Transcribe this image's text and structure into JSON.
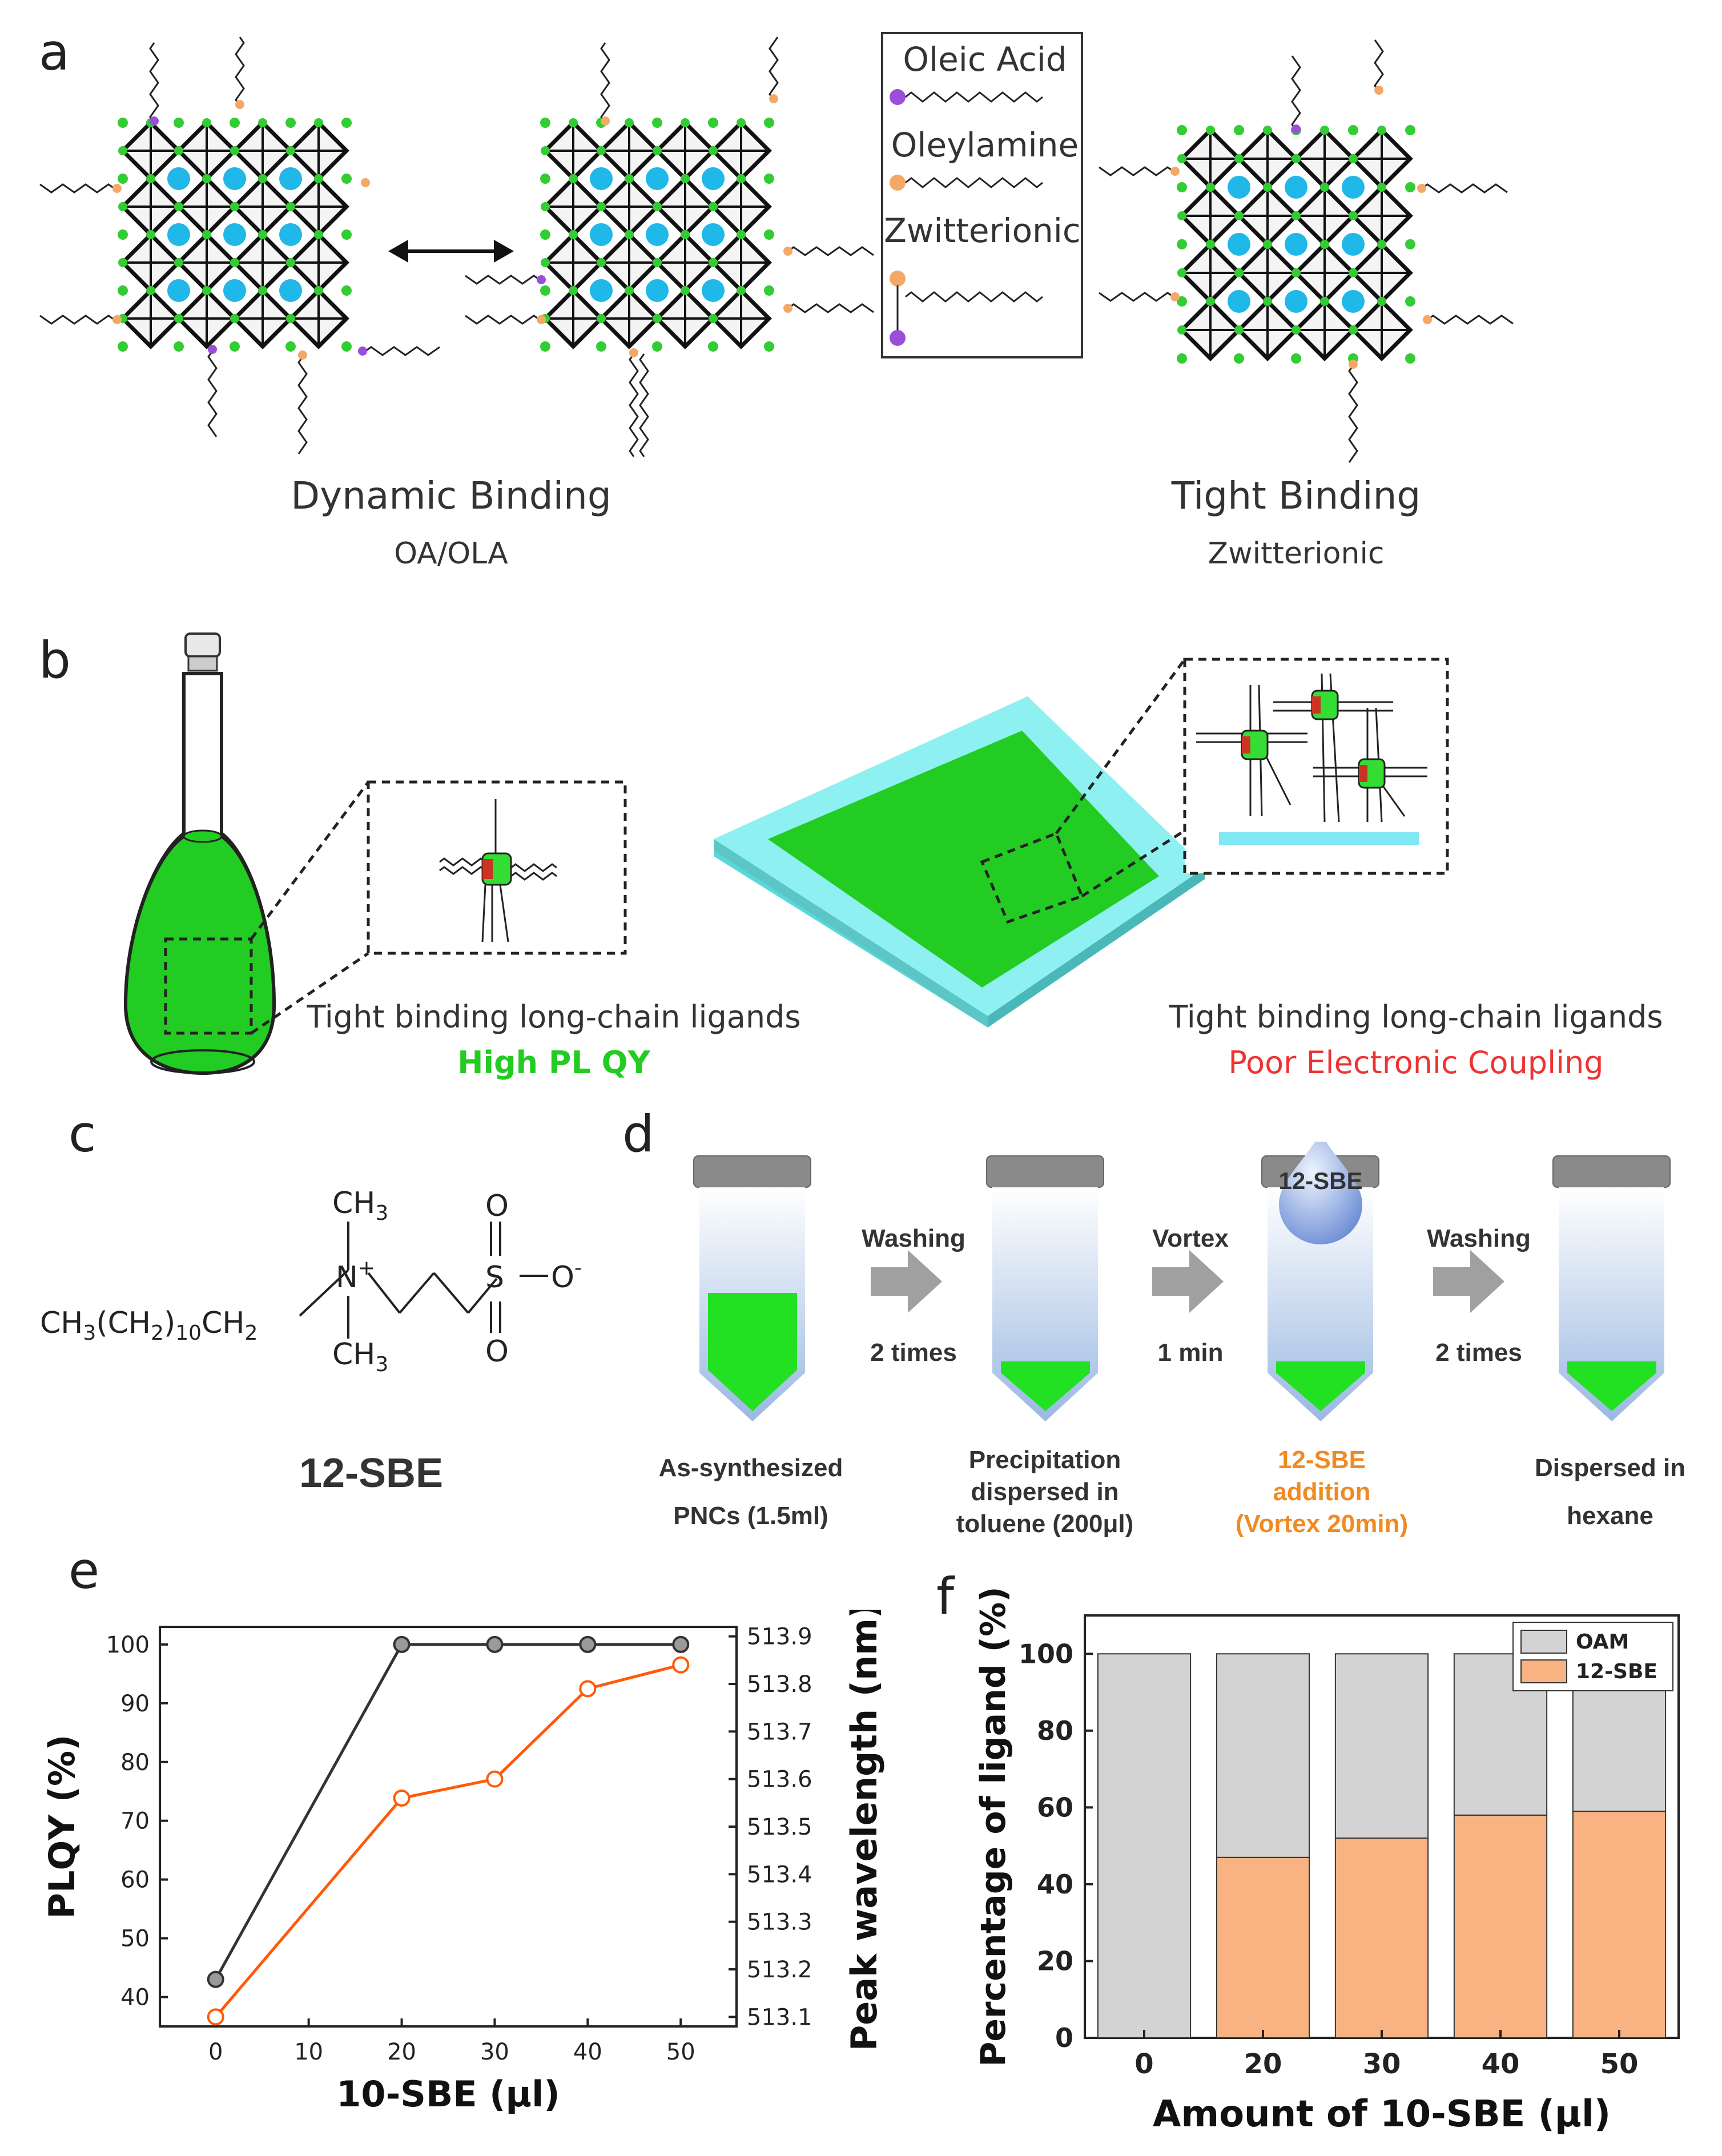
{
  "panels": {
    "a": "a",
    "b": "b",
    "c": "c",
    "d": "d",
    "e": "e",
    "f": "f"
  },
  "panel_a": {
    "left_title": "Dynamic Binding",
    "left_subtitle": "OA/OLA",
    "right_title": "Tight Binding",
    "right_subtitle": "Zwitterionic",
    "legend": [
      "Oleic Acid",
      "Oleylamine",
      "Zwitterionic"
    ],
    "colors": {
      "cation": "#1fb8e8",
      "halide": "#33cc33",
      "oleic_acid": "#9b4fd8",
      "oleylamine": "#f4a868"
    }
  },
  "panel_b": {
    "left_caption": "Tight binding long-chain ligands",
    "left_highlight": "High PL QY",
    "right_caption": "Tight binding long-chain ligands",
    "right_highlight": "Poor Electronic Coupling",
    "colors": {
      "green": "#22cc22",
      "red": "#ee3333",
      "substrate": "#7fe8e8"
    }
  },
  "panel_c": {
    "formula_left": "CH3(CH2)10CH2",
    "name": "12-SBE"
  },
  "panel_d": {
    "droplet_label": "12-SBE",
    "steps": [
      {
        "arrow_top": "Washing",
        "arrow_bottom": "2 times"
      },
      {
        "arrow_top": "Vortex",
        "arrow_bottom": "1 min"
      },
      {
        "arrow_top": "Washing",
        "arrow_bottom": "2 times"
      }
    ],
    "tubes": [
      {
        "line1": "As-synthesized",
        "line2": "PNCs (1.5ml)",
        "line3": ""
      },
      {
        "line1": "Precipitation",
        "line2": "dispersed in",
        "line3": "toluene (200μl)"
      },
      {
        "line1": "12-SBE",
        "line2": "addition",
        "line3": "(Vortex 20min)"
      },
      {
        "line1": "Dispersed in",
        "line2": "hexane",
        "line3": ""
      }
    ],
    "highlight_color": "#f08a24"
  },
  "chart_data": [
    {
      "type": "line",
      "xlabel": "10-SBE (μl)",
      "ylabel": "PLQY (%)",
      "y2label": "Peak wavelength (nm)",
      "x": [
        0,
        20,
        30,
        40,
        50
      ],
      "xticks": [
        0,
        10,
        20,
        30,
        40,
        50
      ],
      "ylim": [
        35,
        103
      ],
      "yticks": [
        40,
        50,
        60,
        70,
        80,
        90,
        100
      ],
      "y2lim": [
        513.08,
        513.92
      ],
      "y2ticks": [
        513.1,
        513.2,
        513.3,
        513.4,
        513.5,
        513.6,
        513.7,
        513.8,
        513.9
      ],
      "series": [
        {
          "axis": "left",
          "color": "#333333",
          "values": [
            43,
            100,
            100,
            100,
            100
          ]
        },
        {
          "axis": "right",
          "color": "#ff5a0a",
          "values": [
            513.1,
            513.56,
            513.6,
            513.79,
            513.84
          ]
        }
      ]
    },
    {
      "type": "bar",
      "stacked": true,
      "xlabel": "Amount of 10-SBE (μl)",
      "ylabel": "Percentage of ligand (%)",
      "categories": [
        "0",
        "20",
        "30",
        "40",
        "50"
      ],
      "ylim": [
        0,
        110
      ],
      "yticks": [
        0,
        20,
        40,
        60,
        80,
        100
      ],
      "legend_placement": "top-right",
      "series": [
        {
          "name": "12-SBE",
          "color": "#f9b382",
          "values": [
            0,
            47,
            52,
            58,
            59
          ]
        },
        {
          "name": "OAM",
          "color": "#d3d3d3",
          "values": [
            100,
            53,
            48,
            42,
            41
          ]
        }
      ]
    }
  ]
}
